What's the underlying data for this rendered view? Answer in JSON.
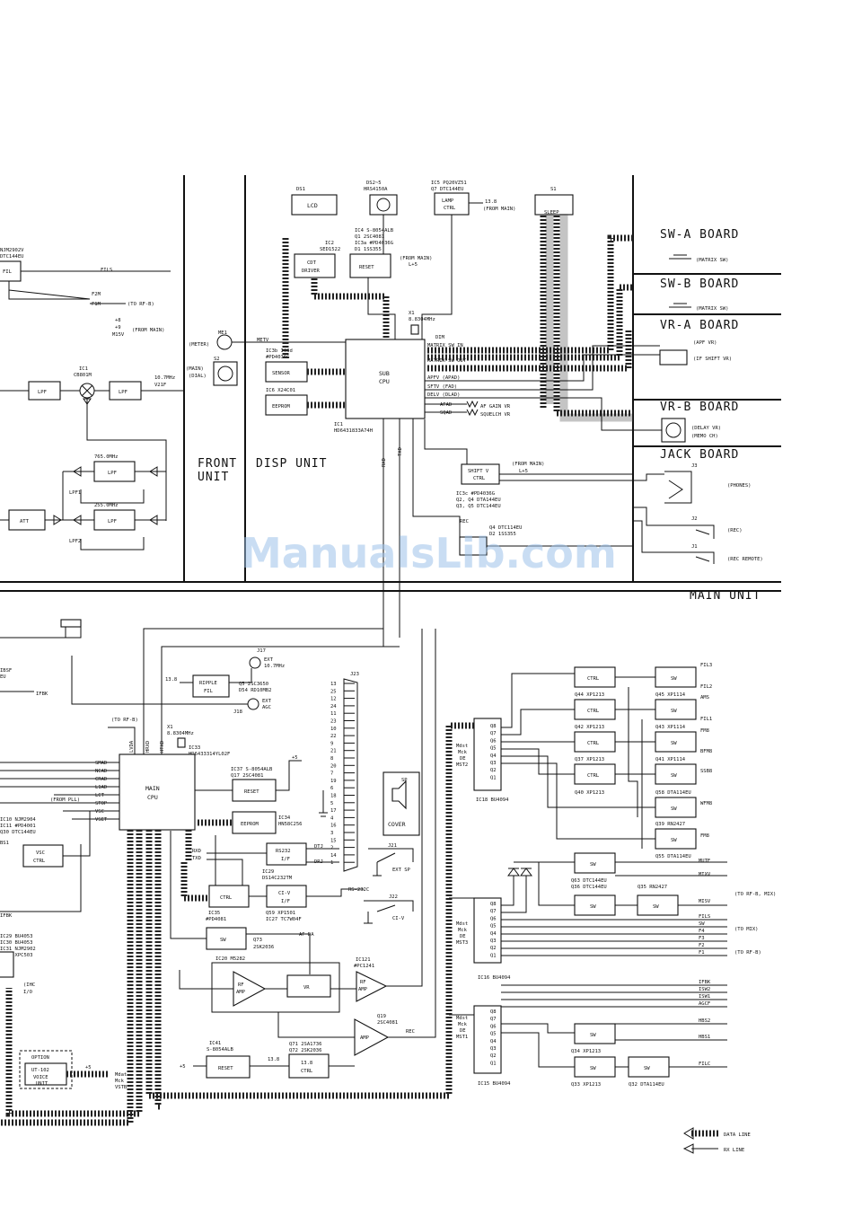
{
  "sections": {
    "front_unit": "FRONT\nUNIT",
    "disp_unit": "DISP UNIT",
    "main_unit": "MAIN UNIT"
  },
  "boards": {
    "sw_a": "SW-A BOARD",
    "sw_b": "SW-B BOARD",
    "vr_a": "VR-A BOARD",
    "vr_b": "VR-B BOARD",
    "jack": "JACK BOARD"
  },
  "board_items": {
    "matrix_sw_a": "(MATRIX SW)",
    "matrix_sw_b": "(MATRIX SW)",
    "apf_vr": "(APF VR)",
    "if_shift_vr": "(IF SHIFT VR)",
    "delay_vr": "(DELAY VR)",
    "memo_ch": "(MEMO CH)",
    "j3": "J3",
    "j2": "J2",
    "j1": "J1",
    "phones": "(PHONES)",
    "rec": "(REC)",
    "rec_remote": "(REC REMOTE)"
  },
  "disp_blocks": {
    "ds1": "DS1",
    "lcd": "LCD",
    "ds2": "DS2~5",
    "ds2_part": "HRS4150A",
    "ic5": "IC5 PQ20VZ51",
    "q7": "Q7 DTC144EU",
    "lamp_ctrl": "LAMP\nCTRL",
    "v138": "13.8",
    "from_main_1": "(FROM MAIN)",
    "s1": "S1",
    "sleep": "SLEEP",
    "ic4": "IC4 S-8054ALB",
    "q1": "Q1 2SC4081",
    "ic3a": "IC3a #PD4036G",
    "d1": "D1 1SS355",
    "ic2": "IC2",
    "ic2_part": "SED1522",
    "cdt_driver": "CDT\nDRIVER",
    "reset": "RESET",
    "from_main_2": "(FROM MAIN)",
    "l45": "L+5",
    "x1": "X1",
    "x1_freq": "8.8304MHz",
    "me1": "ME1",
    "meter": "(METER)",
    "metv": "METV",
    "ic3b": "IC3b IC3d",
    "ic3b_part": "#PD4036G",
    "sensor": "SENSOR",
    "ic6": "IC6 X24C01",
    "eeprom": "EEPROM",
    "s2": "S2",
    "main_dial": "(MAIN)\n(DIAL)",
    "sub_cpu": "SUB\nCPU",
    "ic1": "IC1",
    "ic1_part": "HD6431833A74H",
    "dim": "DIM",
    "matrix_sw_in": "MATRIX SW IN",
    "matrix_sw_out": "MATRIX SW OUT",
    "apfv": "APFV (APAD)",
    "sftv": "SFTV (FAD)",
    "delv": "DELV (DLAD)",
    "afad": "AFAD",
    "sqad": "SQAD",
    "af_gain": "AF GAIN VR",
    "squelch": "SQUELCH VR",
    "shift_v_ctrl": "SHIFT V\nCTRL",
    "from_main_3": "(FROM MAIN)",
    "l45b": "L+5",
    "ic3c": "IC3c #PD4036G",
    "q2": "Q2, Q4 DTA144EU",
    "q3": "Q3, Q5 DTC144EU",
    "rec": "REC",
    "q4": "Q4 DTC114EU",
    "d2": "D2 1SS355",
    "rxd": "RXD",
    "txd": "TXD"
  },
  "front_blocks": {
    "nj": "NJM2902V",
    "dtc": "DTC144EU",
    "fil": "FIL",
    "fils": "FILS",
    "f2m": "F2M",
    "f1m": "F1M",
    "to_rf_b": "(TO RF-B)",
    "m8": "+8",
    "p9": "+9",
    "m15v": "M15V",
    "from_main": "(FROM MAIN)",
    "ic1": "IC1",
    "ic1_part": "CB801M",
    "lpf1": "LPF",
    "lpf2": "LPF",
    "freq_if": "10.7MHz",
    "v21f": "V21F",
    "lpf_765": "765.0MHz",
    "lpf_255": "255.0MHz",
    "lpf3": "LPF",
    "lpf4": "LPF",
    "lpf_1": "LPF1",
    "lpf_2": "LPF2",
    "att": "ATT"
  },
  "main_blocks": {
    "j17": "J17",
    "ext_107": "EXT\n10.7MHz",
    "v138": "13.8",
    "ripple_fil": "RIPPLE\nFIL",
    "q5": "Q5 2SC3650",
    "d54": "D54 RD10MB2",
    "j18": "J18",
    "ext_agc": "EXT\nAGC",
    "ibsf": "IBSF",
    "eu": "EU",
    "ifbk": "IFBK",
    "to_rf_b": "(TO RF-B)",
    "lvda": "LVDA",
    "hrxd": "HRXD",
    "htxd": "HTXD",
    "x1": "X1",
    "x1_freq": "8.8304MHz",
    "ic33": "IC33",
    "ic33_part": "HD6433314YL02F",
    "smad": "SMAD",
    "ncad": "NCAD",
    "crad": "CRAD",
    "l1ad": "L1AD",
    "lct": "LCT",
    "stop": "STOP",
    "vsc": "VSC",
    "vset": "VSET",
    "from_pll": "(FROM PLL)",
    "main_cpu": "MAIN\nCPU",
    "p5": "+5",
    "ic37": "IC37 S-8054ALB",
    "q17": "Q17 2SC4081",
    "reset": "RESET",
    "ic34": "IC34",
    "ic34_part": "HN58C256",
    "eeprom": "EEPROM",
    "ic10": "IC10 NJM2904",
    "ic11": "IC11 #PD4001",
    "q30": "Q30 DTC144EU",
    "bs1": "BS1",
    "vsc_ctrl": "VSC\nCTRL",
    "rxd": "RXD",
    "txd": "TXD",
    "rs232_if": "RS232\nI/F",
    "dtj": "DTJ",
    "drj": "DRJ",
    "ic29": "IC29",
    "ic29_part": "DS14C232TM",
    "ctrl": "CTRL",
    "civ_if": "CI-V\nI/F",
    "ic35": "IC35",
    "ic35_part": "#PD4081",
    "q59": "Q59 XP1501",
    "ic27": "IC27 TC7W04F",
    "sw": "SW",
    "q73": "Q73",
    "q73_part": "2SK2036",
    "af_da": "AF DA",
    "ic20": "IC20 M5282",
    "rf_amp1": "RF\nAMP",
    "vr": "VR",
    "ic121": "IC121",
    "ic121_part": "#PC1241",
    "rf_amp2": "RF\nAMP",
    "q19": "Q19",
    "q19_part": "2SC4081",
    "amp": "AMP",
    "rec": "REC",
    "ic41": "IC41",
    "ic41_part": "S-8054ALB",
    "p5b": "+5",
    "reset2": "RESET",
    "q71": "Q71 2SA1736",
    "q72": "Q72 2SK2036",
    "v138b": "13.8",
    "ctrl138": "13.8\nCTRL",
    "ic29b": "IC29 BU4053",
    "ic30": "IC30 BU4053",
    "ic31": "IC31 NJM2902",
    "ic39": "IC39 XPC503",
    "ihc": "(IHC\nI/O",
    "option": "OPTION",
    "ut102": "UT-102",
    "voice_unit": "VOICE\nUNIT",
    "p5c": "+5",
    "mdat": "Mdat",
    "mck": "Mck",
    "vstb": "VSTB",
    "j23": "J23",
    "rs232c": "RS-232C",
    "sp": "SP",
    "cover": "COVER",
    "j21": "J21",
    "ext_sp": "EXT SP",
    "j22": "J22",
    "ci_v": "CI-V",
    "ic18": "IC18 BU4094",
    "ic16": "IC16 BU4094",
    "ic15": "IC15 BU4094",
    "mdst2": "Mdst\nMck\nDE\nMST2",
    "mdst3": "Mdst\nMck\nDE\nMST3",
    "mdst1": "Mdst\nMck\nDE\nMST1",
    "to_mix": "(TO MIX)",
    "to_rf_b2": "(TO RF-B)",
    "to_rf_b_mix": "(TO RF-B, MIX)"
  },
  "j23_pins": [
    "13",
    "25",
    "12",
    "24",
    "11",
    "23",
    "10",
    "22",
    "9",
    "21",
    "8",
    "20",
    "7",
    "19",
    "6",
    "18",
    "5",
    "17",
    "4",
    "16",
    "3",
    "15",
    "2",
    "14",
    "1"
  ],
  "ic18_pins": [
    "Q8",
    "Q7",
    "Q6",
    "Q5",
    "Q4",
    "Q3",
    "Q2",
    "Q1"
  ],
  "ic16_pins": [
    "Q8",
    "Q7",
    "Q6",
    "Q5",
    "Q4",
    "Q3",
    "Q2",
    "Q1"
  ],
  "ic15_pins": [
    "Q8",
    "Q7",
    "Q6",
    "Q5",
    "Q4",
    "Q3",
    "Q2",
    "Q1"
  ],
  "right_groups": {
    "ctrl": "CTRL",
    "sw": "SW",
    "q44": "Q44 XP1213",
    "q42": "Q42 XP1213",
    "q37": "Q37 XP1213",
    "q40": "Q40 XP1213",
    "q45": "Q45 XP1114",
    "q43": "Q43 XP1114",
    "q41": "Q41 XP1114",
    "q58": "Q58 DTA114EU",
    "q39": "Q39 RN2427",
    "q55": "Q55 DTA114EU",
    "q63": "Q63 DTC144EU",
    "q36": "Q36 DTC144EU",
    "q35": "Q35 RN2427",
    "q34": "Q34 XP1213",
    "q33": "Q33 XP1213",
    "q32": "Q32 DTA114EU"
  },
  "outputs_ic18": [
    "FIL3",
    "FIL2",
    "AMS",
    "FIL1",
    "FM8",
    "BFM8",
    "SSB8",
    "WFM8",
    "FM8"
  ],
  "outputs_ic16": [
    "MUTE",
    "MIXV",
    "MISV",
    "FILS",
    "SW",
    "F4",
    "F3",
    "F2",
    "F1"
  ],
  "outputs_ic15": [
    "IFBK",
    "ISW2",
    "ISW1",
    "AGCF",
    "HBS2",
    "HBS1",
    "FILC"
  ],
  "legend": {
    "data_line": "DATA LINE",
    "rx_line": "RX LINE"
  },
  "watermark": "ManualsLib.com"
}
